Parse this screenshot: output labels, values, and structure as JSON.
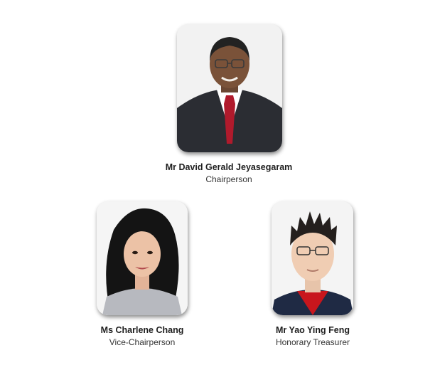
{
  "members": [
    {
      "name": "Mr David Gerald Jeyasegaram",
      "role": "Chairperson",
      "photo_icon": "portrait-man-suit-red-tie"
    },
    {
      "name": "Ms Charlene Chang",
      "role": "Vice-Chairperson",
      "photo_icon": "portrait-woman-dark-hair"
    },
    {
      "name": "Mr Yao Ying Feng",
      "role": "Honorary Treasurer",
      "photo_icon": "portrait-man-glasses-red-shirt"
    }
  ]
}
